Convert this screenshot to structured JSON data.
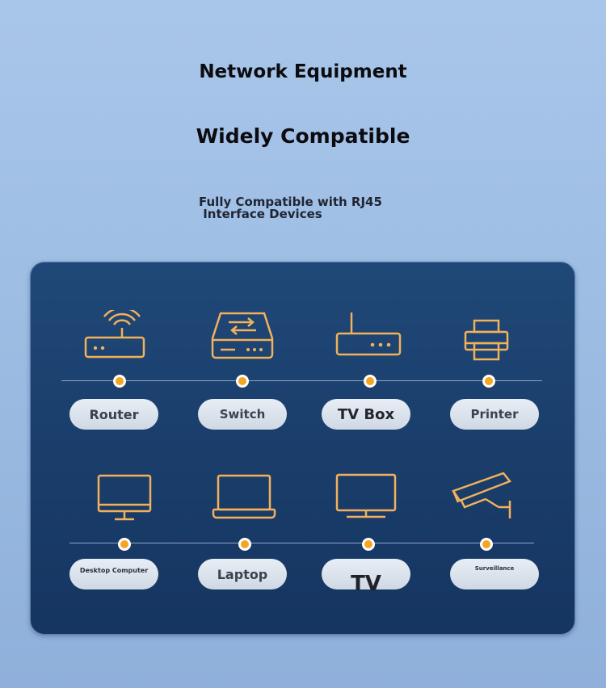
{
  "header": {
    "title": "Network Equipment",
    "subtitle": "Widely Compatible",
    "description": "Fully Compatible with RJ45\n Interface Devices"
  },
  "colors": {
    "accent": "#f4a623",
    "panel": "#1c426f",
    "background": "#a0bfe6"
  },
  "devices": [
    {
      "label": "Router",
      "icon": "router-icon"
    },
    {
      "label": "Switch",
      "icon": "switch-icon"
    },
    {
      "label": "TV Box",
      "icon": "tv-box-icon"
    },
    {
      "label": "Printer",
      "icon": "printer-icon"
    },
    {
      "label": "Desktop Computer",
      "icon": "desktop-monitor-icon"
    },
    {
      "label": "Laptop",
      "icon": "laptop-icon"
    },
    {
      "label": "TV",
      "icon": "tv-icon"
    },
    {
      "label": "Surveillance",
      "icon": "security-camera-icon"
    }
  ]
}
